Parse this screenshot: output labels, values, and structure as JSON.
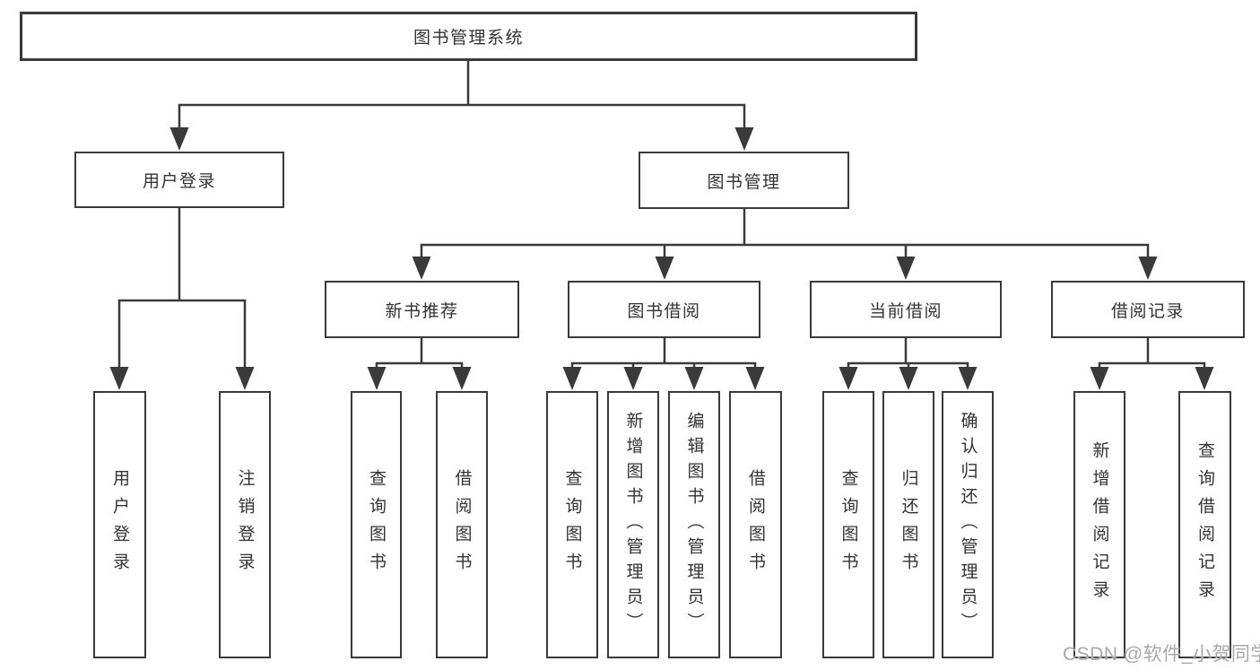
{
  "colors": {
    "background": "#ffffff",
    "line": "#3a3a3a",
    "box_border": "#3a3a3a",
    "text": "#333333",
    "watermark": "#a8a8a8"
  },
  "tree": {
    "root": {
      "label": "图书管理系统"
    },
    "branches": {
      "user_login": {
        "label": "用户登录",
        "leaves": {
          "login": {
            "label": "用户登录"
          },
          "logout": {
            "label": "注销登录"
          }
        }
      },
      "book_mgmt": {
        "label": "图书管理",
        "groups": {
          "new_book": {
            "label": "新书推荐",
            "leaves": {
              "query": {
                "label": "查询图书"
              },
              "borrow": {
                "label": "借阅图书"
              }
            }
          },
          "book_borrow": {
            "label": "图书借阅",
            "leaves": {
              "query": {
                "label": "查询图书"
              },
              "add": {
                "label": "新增图书（管理员）"
              },
              "edit": {
                "label": "编辑图书（管理员）"
              },
              "borrow": {
                "label": "借阅图书"
              }
            }
          },
          "current_borrow": {
            "label": "当前借阅",
            "leaves": {
              "query": {
                "label": "查询图书"
              },
              "return": {
                "label": "归还图书"
              },
              "confirm": {
                "label": "确认归还（管理员）"
              }
            }
          },
          "borrow_record": {
            "label": "借阅记录",
            "leaves": {
              "add": {
                "label": "新增借阅记录"
              },
              "query": {
                "label": "查询借阅记录"
              }
            }
          }
        }
      }
    }
  },
  "watermark": {
    "text": "CSDN @软件_小贺同学"
  }
}
